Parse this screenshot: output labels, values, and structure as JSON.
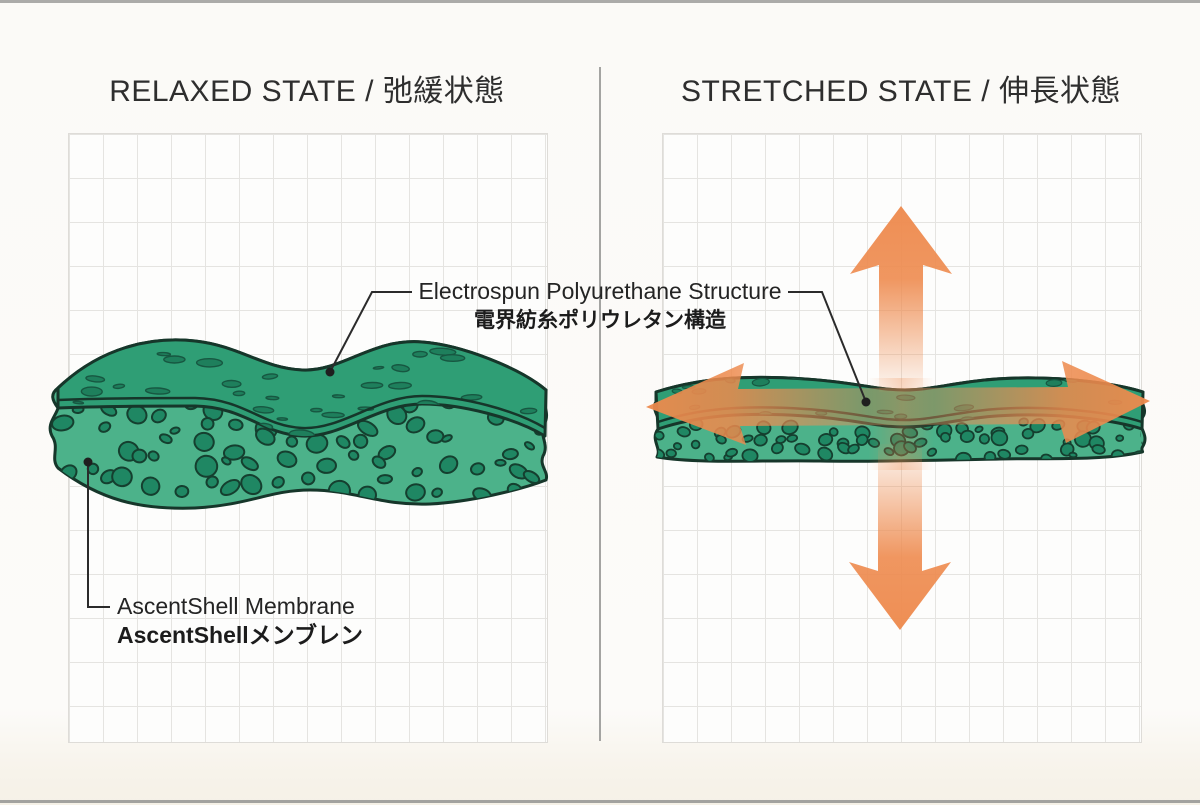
{
  "panels": {
    "left": {
      "title": "RELAXED STATE / 弛緩状態"
    },
    "right": {
      "title": "STRETCHED STATE / 伸長状態"
    }
  },
  "annotations": {
    "structure": {
      "en": "Electrospun Polyurethane Structure",
      "jp": "電界紡糸ポリウレタン構造"
    },
    "membrane": {
      "en": "AscentShell Membrane",
      "jp": "AscentShellメンブレン"
    }
  },
  "icons": {
    "stretch_arrow_up": "arrow-up",
    "stretch_arrow_down": "arrow-down",
    "stretch_arrow_horizontal": "double-headed-left-right-arrow"
  },
  "colors": {
    "membrane_surface": "#2F9E75",
    "membrane_cross_section": "#4CB28A",
    "membrane_pores": "#1F8763",
    "membrane_outline": "#16362A",
    "arrow_orange": "#ED8A4D",
    "grid_line": "#E5E4E1",
    "background": "#FBFAF7",
    "leader_line": "#2B2B2B"
  }
}
